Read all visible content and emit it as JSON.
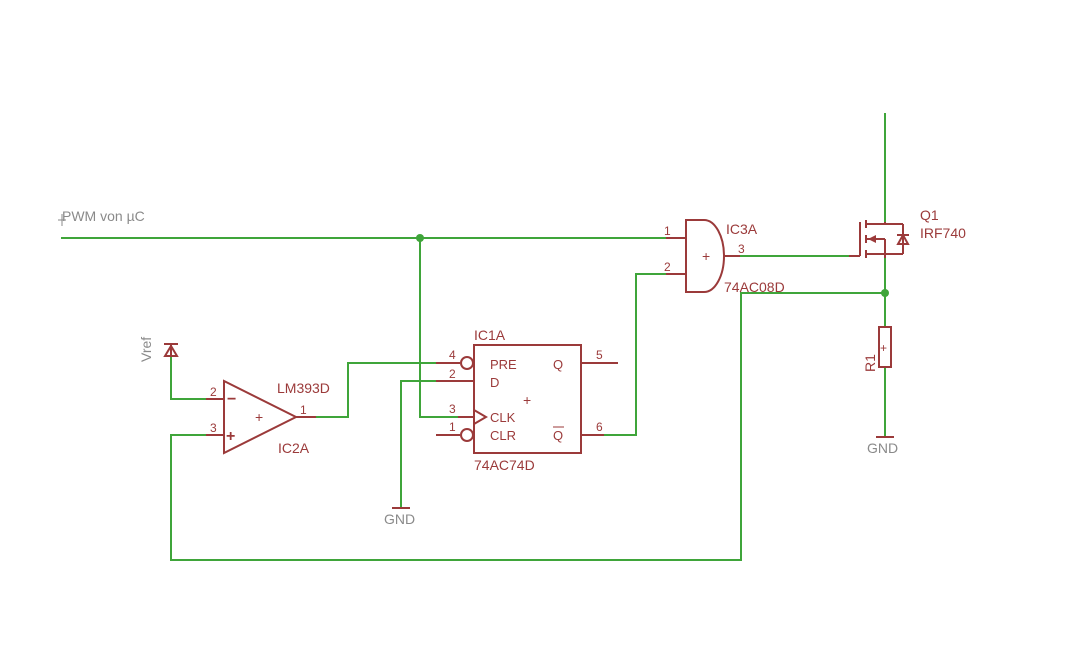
{
  "nets": {
    "pwm": "PWM von µC",
    "vref": "Vref",
    "gnd_ff": "GND",
    "gnd_r": "GND"
  },
  "ic2a": {
    "name": "LM393D",
    "ref": "IC2A",
    "pin_inv": "2",
    "pin_noninv": "3",
    "pin_out": "1",
    "minus": "−",
    "plus": "+",
    "center": "+"
  },
  "ic1a": {
    "ref": "IC1A",
    "value": "74AC74D",
    "pre": "PRE",
    "d": "D",
    "clk": "CLK",
    "clr": "CLR",
    "q": "Q",
    "qbar": "Q",
    "center": "+",
    "pin_pre": "4",
    "pin_d": "2",
    "pin_clk": "3",
    "pin_clr": "1",
    "pin_q": "5",
    "pin_qbar": "6"
  },
  "ic3a": {
    "ref": "IC3A",
    "value": "74AC08D",
    "pin_in1": "1",
    "pin_in2": "2",
    "pin_out": "3",
    "center": "+"
  },
  "q1": {
    "ref": "Q1",
    "value": "IRF740"
  },
  "r1": {
    "ref": "R1",
    "center": "+"
  }
}
